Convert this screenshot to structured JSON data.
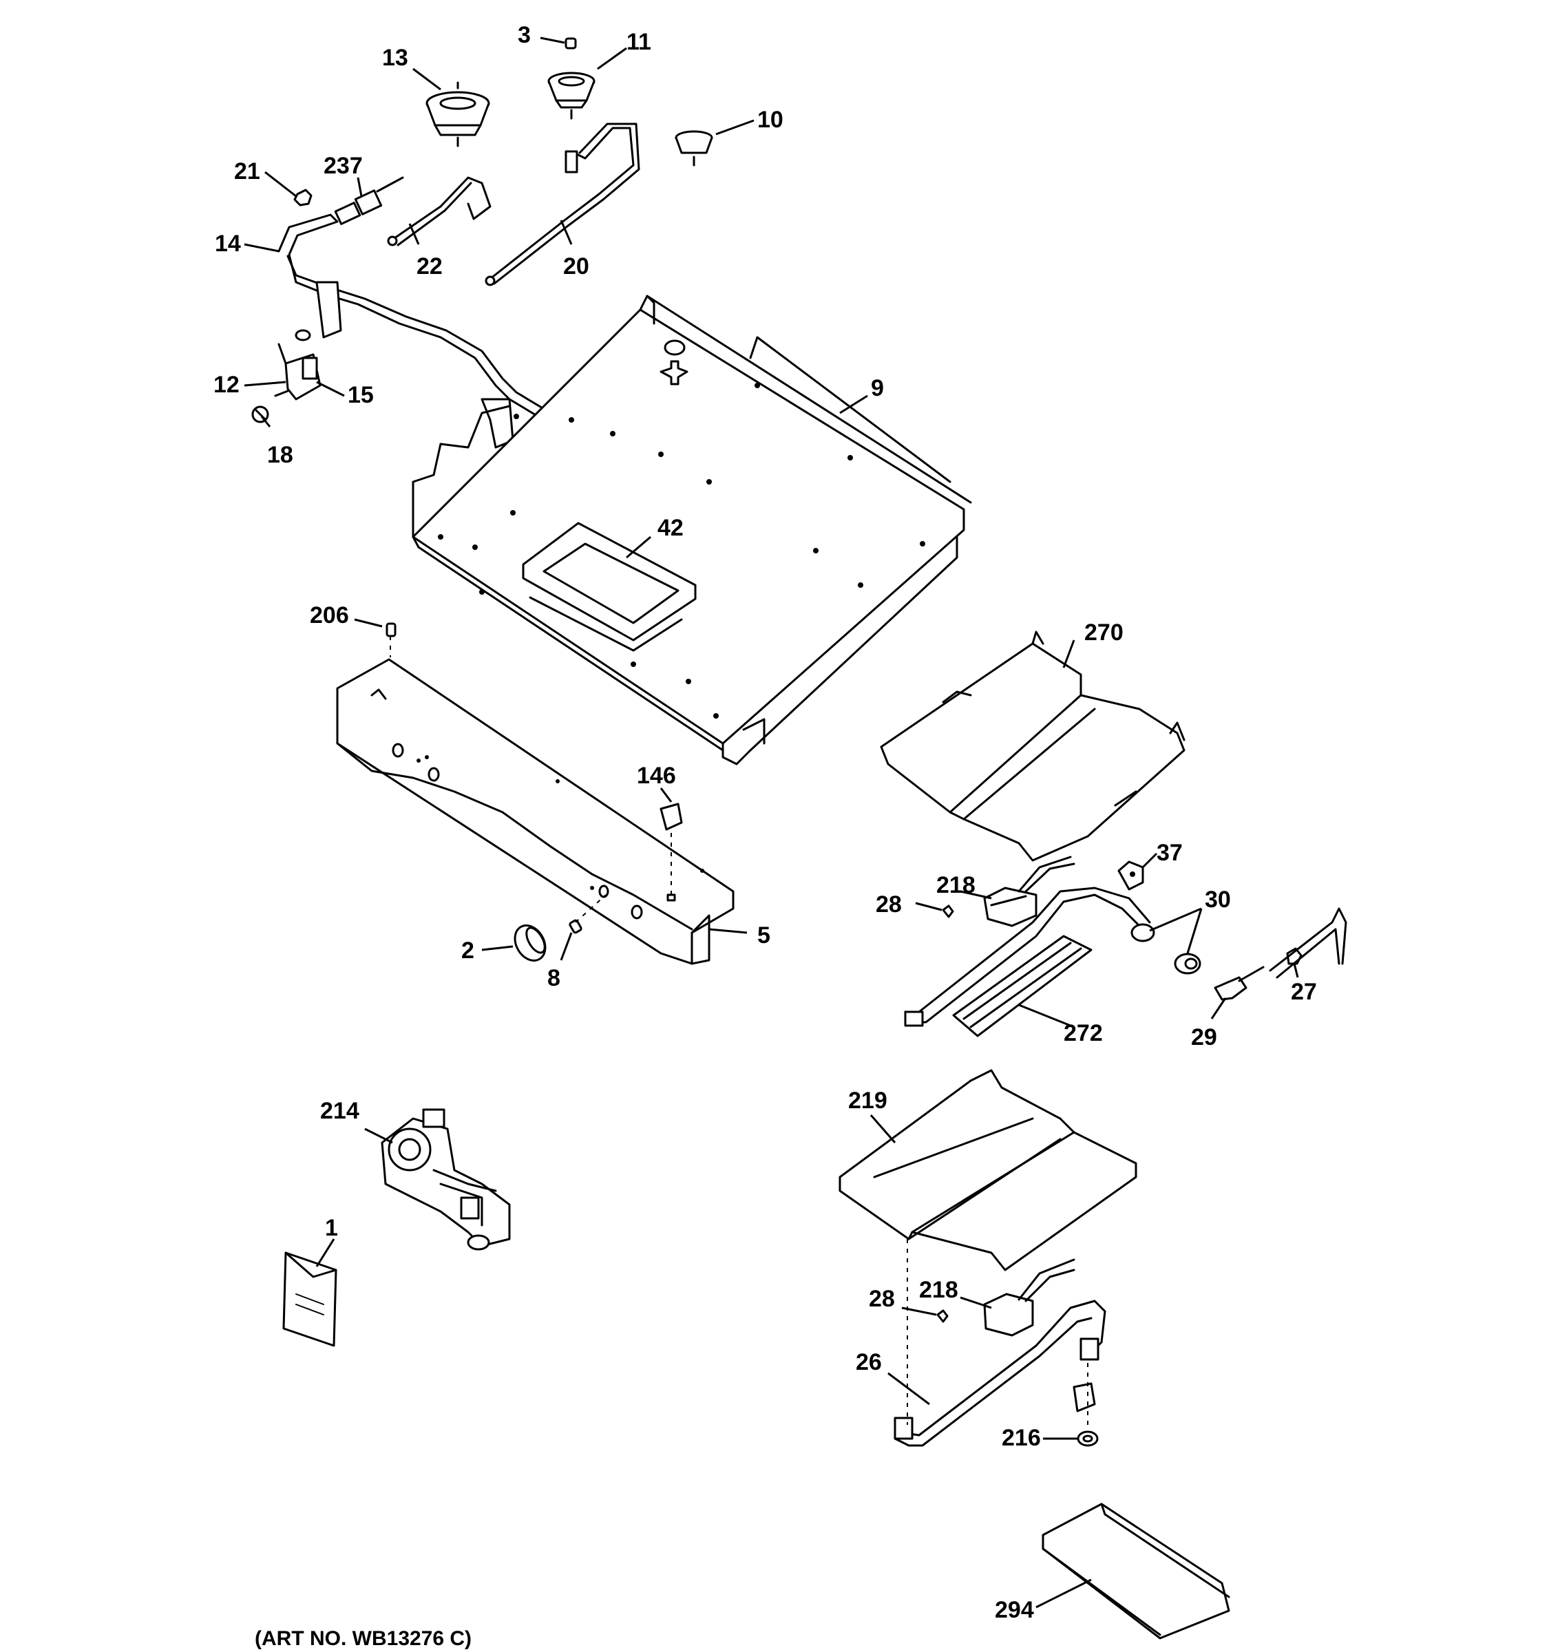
{
  "art_number": "(ART NO. WB13276 C)",
  "callouts": {
    "c1": "1",
    "c2": "2",
    "c3": "3",
    "c5": "5",
    "c8": "8",
    "c9": "9",
    "c10": "10",
    "c11": "11",
    "c12": "12",
    "c13": "13",
    "c14": "14",
    "c15": "15",
    "c18": "18",
    "c20": "20",
    "c21": "21",
    "c22": "22",
    "c26": "26",
    "c27": "27",
    "c28a": "28",
    "c28b": "28",
    "c29": "29",
    "c30": "30",
    "c37": "37",
    "c42": "42",
    "c146": "146",
    "c206": "206",
    "c214": "214",
    "c216": "216",
    "c218a": "218",
    "c218b": "218",
    "c219": "219",
    "c237": "237",
    "c270": "270",
    "c272": "272",
    "c294": "294"
  }
}
